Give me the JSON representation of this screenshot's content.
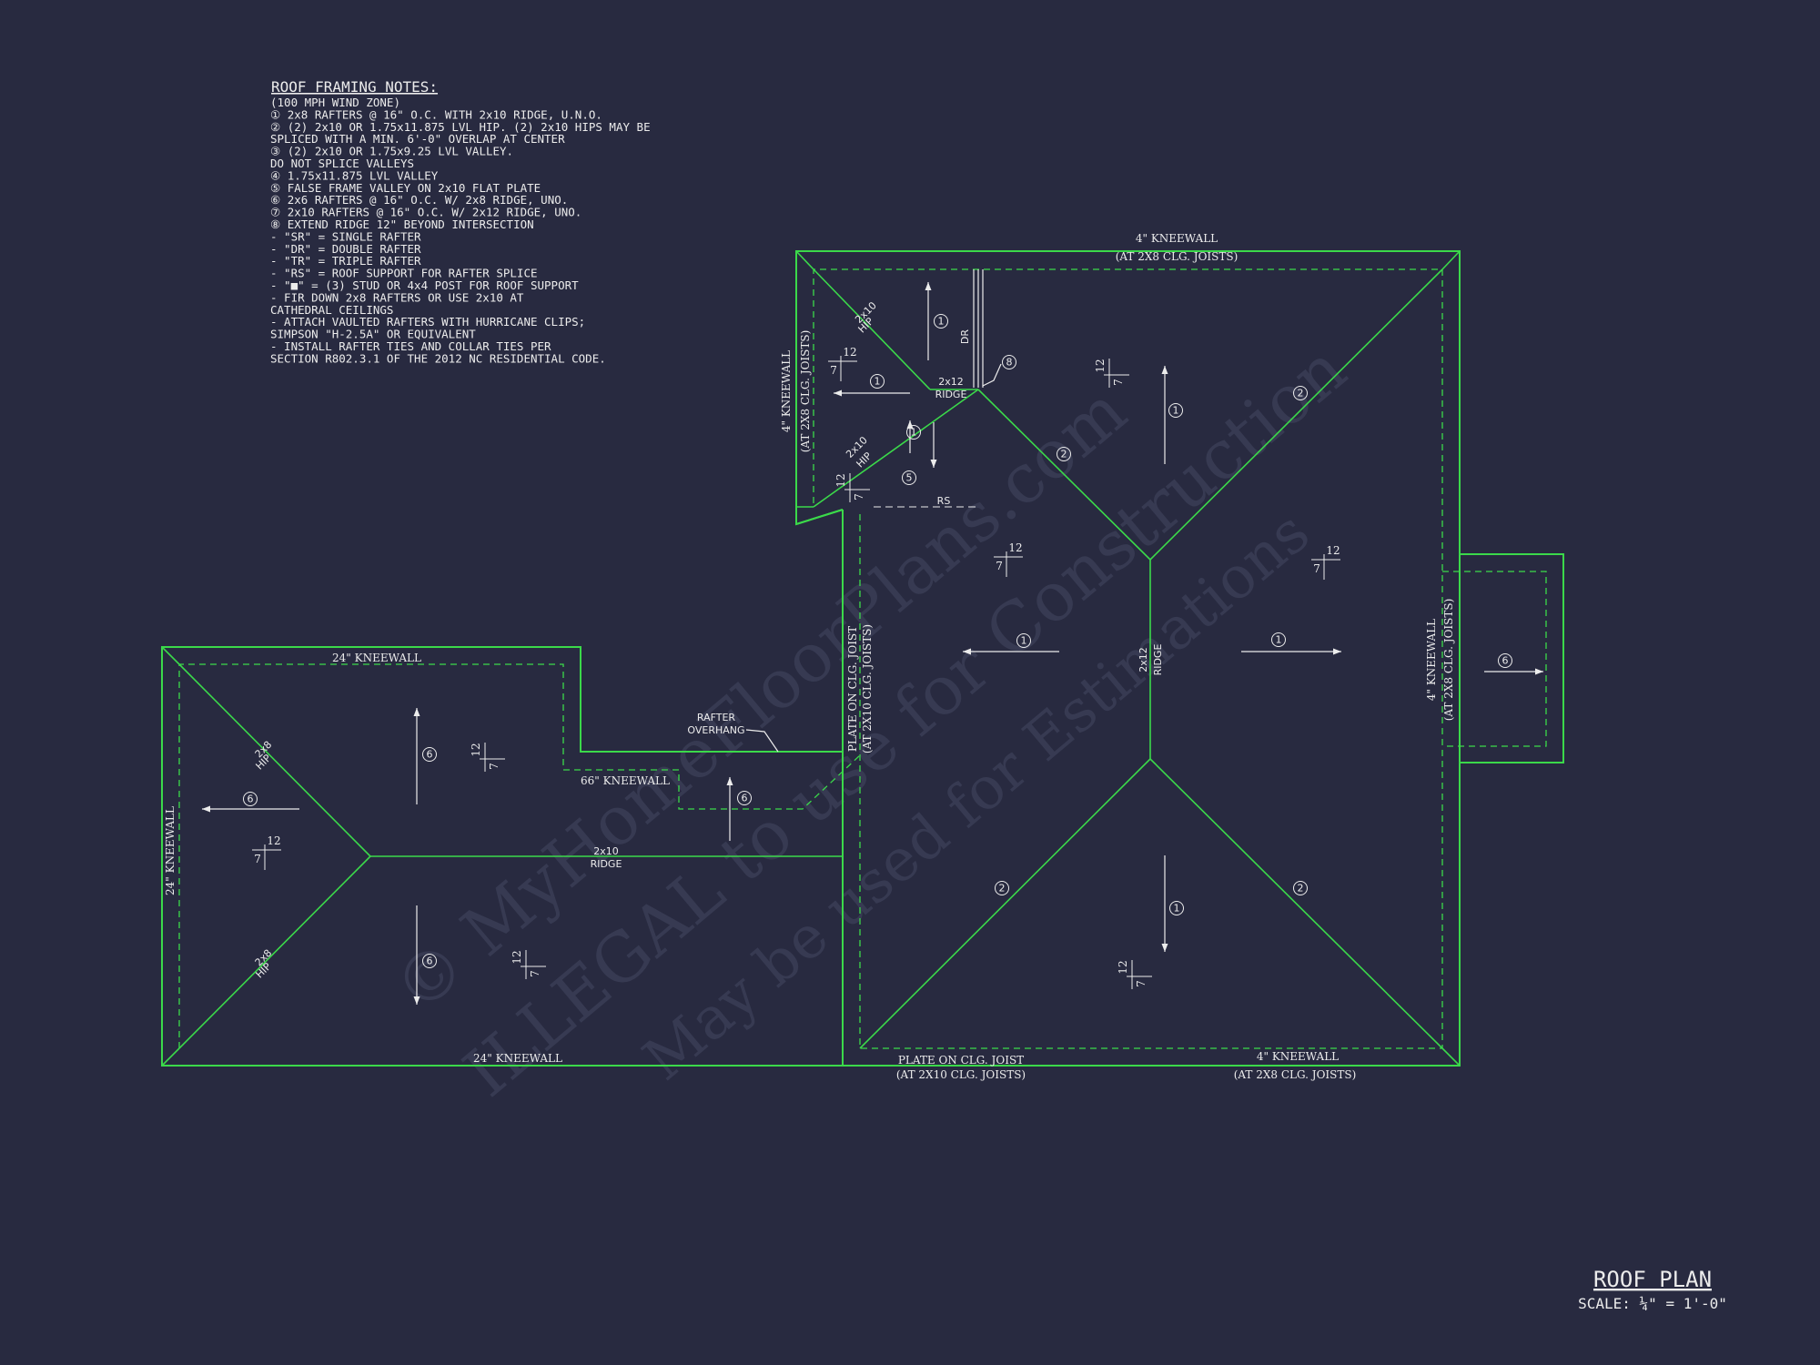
{
  "notes": {
    "title": "ROOF FRAMING NOTES:",
    "lines": [
      "(100 MPH WIND ZONE)",
      "① 2x8 RAFTERS @ 16\" O.C. WITH 2x10 RIDGE, U.N.O.",
      "② (2) 2x10 OR 1.75x11.875 LVL HIP. (2) 2x10 HIPS MAY BE",
      "   SPLICED WITH A MIN. 6'-0\" OVERLAP AT CENTER",
      "③ (2) 2x10 OR 1.75x9.25 LVL VALLEY.",
      "   DO NOT SPLICE VALLEYS",
      "④ 1.75x11.875 LVL VALLEY",
      "⑤ FALSE FRAME VALLEY ON 2x10 FLAT PLATE",
      "⑥ 2x6 RAFTERS @ 16\" O.C. W/ 2x8 RIDGE, UNO.",
      "⑦ 2x10 RAFTERS @ 16\" O.C. W/ 2x12 RIDGE, UNO.",
      "⑧ EXTEND RIDGE 12\" BEYOND INTERSECTION",
      "-  \"SR\" = SINGLE RAFTER",
      "-  \"DR\" = DOUBLE RAFTER",
      "-  \"TR\" = TRIPLE RAFTER",
      "-  \"RS\" = ROOF SUPPORT FOR RAFTER SPLICE",
      "-  \"■\" = (3) STUD OR 4x4 POST FOR ROOF SUPPORT",
      "-  FIR DOWN 2x8 RAFTERS OR USE 2x10 AT",
      "   CATHEDRAL CEILINGS",
      "-  ATTACH VAULTED RAFTERS WITH HURRICANE CLIPS;",
      "   SIMPSON \"H-2.5A\" OR EQUIVALENT",
      "-  INSTALL RAFTER TIES AND COLLAR TIES PER",
      "   SECTION R802.3.1 OF THE 2012 NC RESIDENTIAL CODE."
    ]
  },
  "labels": {
    "top_kneewall": "4\" KNEEWALL",
    "top_kneewall_sub": "(AT 2X8 CLG. JOISTS)",
    "left_upper_kneewall": "4\" KNEEWALL",
    "left_upper_kneewall_sub": "(AT 2X8 CLG. JOISTS)",
    "right_kneewall": "4\" KNEEWALL",
    "right_kneewall_sub": "(AT 2X8 CLG. JOISTS)",
    "wing_top_kneewall": "24\" KNEEWALL",
    "wing_left_kneewall": "24\" KNEEWALL",
    "wing_bottom_kneewall": "24\" KNEEWALL",
    "mid_kneewall": "66\" KNEEWALL",
    "plate_vertical": "PLATE ON CLG. JOIST",
    "plate_vertical_sub": "(AT 2X10 CLG. JOISTS)",
    "plate_bottom": "PLATE ON CLG. JOIST",
    "plate_bottom_sub": "(AT 2X10 CLG. JOISTS)",
    "bottom_right_kneewall": "4\" KNEEWALL",
    "bottom_right_kneewall_sub": "(AT 2X8 CLG. JOISTS)",
    "rafter_overhang_1": "RAFTER",
    "rafter_overhang_2": "OVERHANG",
    "ridge_2x10_a": "2x10",
    "ridge_2x10_b": "RIDGE",
    "ridge_2x12_main_a": "2x12",
    "ridge_2x12_main_b": "RIDGE",
    "ridge_2x12_small_a": "2x12",
    "ridge_2x12_small_b": "RIDGE",
    "hip_2x8_upper_a": "2x8",
    "hip_2x8_upper_b": "HIP",
    "hip_2x8_lower_a": "2x8",
    "hip_2x8_lower_b": "HIP",
    "hip_2x10_upper_a": "2x10",
    "hip_2x10_upper_b": "HIP",
    "hip_2x10_lower_a": "2x10",
    "hip_2x10_lower_b": "HIP",
    "dr": "DR",
    "rs": "RS"
  },
  "pitch": {
    "rise": "7",
    "run": "12"
  },
  "tags": {
    "one": "1",
    "two": "2",
    "five": "5",
    "six": "6",
    "eight": "8"
  },
  "watermark": {
    "line1": "© MyHomeFloorPlans.com",
    "line2": "ILLEGAL to use for Construction",
    "line3": "May be used for Estimations"
  },
  "plan": {
    "title": "ROOF PLAN",
    "scale": "SCALE: ¼\" = 1'-0\""
  }
}
